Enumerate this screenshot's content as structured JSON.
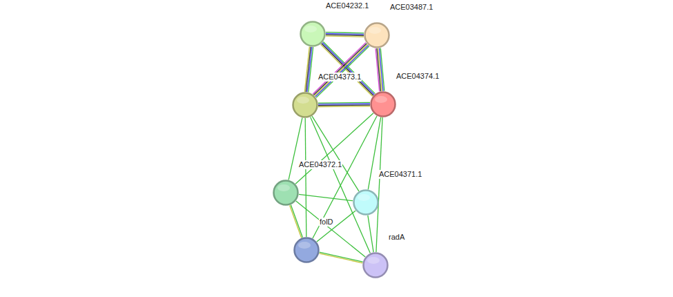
{
  "diagram": {
    "nodes": [
      {
        "text": [
          "ACE04232.1"
        ]
      },
      {
        "text": [
          "ACE03487.1"
        ]
      },
      {
        "text": [
          "ACE04373.1"
        ]
      },
      {
        "text": [
          "ACE04374.1"
        ]
      },
      {
        "text": [
          "ACE04372.1"
        ]
      },
      {
        "text": [
          "ACE04371.1"
        ]
      },
      {
        "text": [
          "folD"
        ]
      },
      {
        "text": [
          "radA"
        ]
      }
    ],
    "edges": [
      {
        "from": 0,
        "to": 1,
        "arrow": "none"
      },
      {
        "from": 0,
        "to": 2,
        "arrow": "none"
      },
      {
        "from": 0,
        "to": 3,
        "arrow": "none"
      },
      {
        "from": 1,
        "to": 2,
        "arrow": "none"
      },
      {
        "from": 1,
        "to": 3,
        "arrow": "none"
      },
      {
        "from": 2,
        "to": 3,
        "arrow": "none"
      },
      {
        "from": 2,
        "to": 4,
        "arrow": "none"
      },
      {
        "from": 2,
        "to": 5,
        "arrow": "none"
      },
      {
        "from": 2,
        "to": 6,
        "arrow": "none"
      },
      {
        "from": 2,
        "to": 7,
        "arrow": "none"
      },
      {
        "from": 3,
        "to": 4,
        "arrow": "none"
      },
      {
        "from": 3,
        "to": 5,
        "arrow": "none"
      },
      {
        "from": 3,
        "to": 6,
        "arrow": "none"
      },
      {
        "from": 3,
        "to": 7,
        "arrow": "none"
      },
      {
        "from": 4,
        "to": 5,
        "arrow": "none"
      },
      {
        "from": 4,
        "to": 6,
        "arrow": "none"
      },
      {
        "from": 4,
        "to": 7,
        "arrow": "none"
      },
      {
        "from": 5,
        "to": 6,
        "arrow": "none"
      },
      {
        "from": 5,
        "to": 7,
        "arrow": "none"
      },
      {
        "from": 6,
        "to": 7,
        "arrow": "none"
      }
    ]
  }
}
